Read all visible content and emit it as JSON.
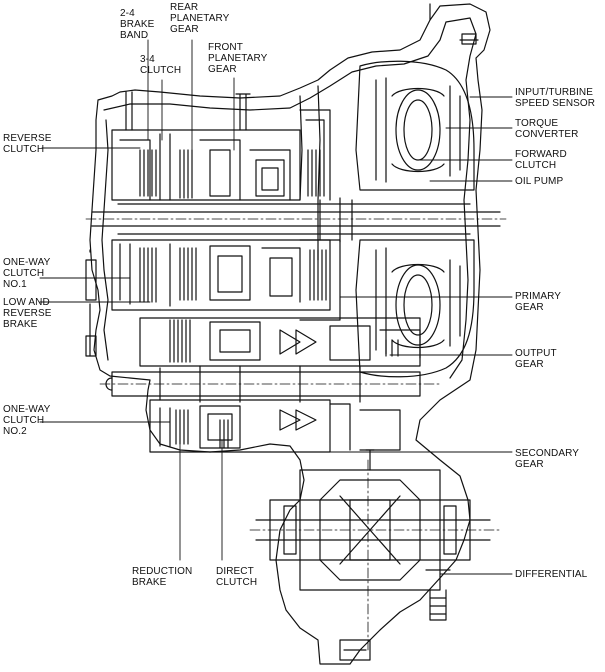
{
  "labels": {
    "brake_band_24": [
      "2-4",
      "BRAKE",
      "BAND"
    ],
    "rear_planetary_gear": [
      "REAR",
      "PLANETARY",
      "GEAR"
    ],
    "front_planetary_gear": [
      "FRONT",
      "PLANETARY",
      "GEAR"
    ],
    "clutch_34": [
      "3-4",
      "CLUTCH"
    ],
    "input_turbine_speed_sensor": [
      "INPUT/TURBINE",
      "SPEED SENSOR"
    ],
    "torque_converter": [
      "TORQUE",
      "CONVERTER"
    ],
    "forward_clutch": [
      "FORWARD",
      "CLUTCH"
    ],
    "oil_pump": [
      "OIL PUMP"
    ],
    "reverse_clutch": [
      "REVERSE",
      "CLUTCH"
    ],
    "one_way_clutch_no1": [
      "ONE-WAY",
      "CLUTCH",
      "NO.1"
    ],
    "low_and_reverse_brake": [
      "LOW AND",
      "REVERSE",
      "BRAKE"
    ],
    "primary_gear": [
      "PRIMARY",
      "GEAR"
    ],
    "output_gear": [
      "OUTPUT",
      "GEAR"
    ],
    "one_way_clutch_no2": [
      "ONE-WAY",
      "CLUTCH",
      "NO.2"
    ],
    "secondary_gear": [
      "SECONDARY",
      "GEAR"
    ],
    "reduction_brake": [
      "REDUCTION",
      "BRAKE"
    ],
    "direct_clutch": [
      "DIRECT",
      "CLUTCH"
    ],
    "differential": [
      "DIFFERENTIAL"
    ]
  },
  "colors": {
    "ink": "#111111",
    "background": "#ffffff"
  }
}
